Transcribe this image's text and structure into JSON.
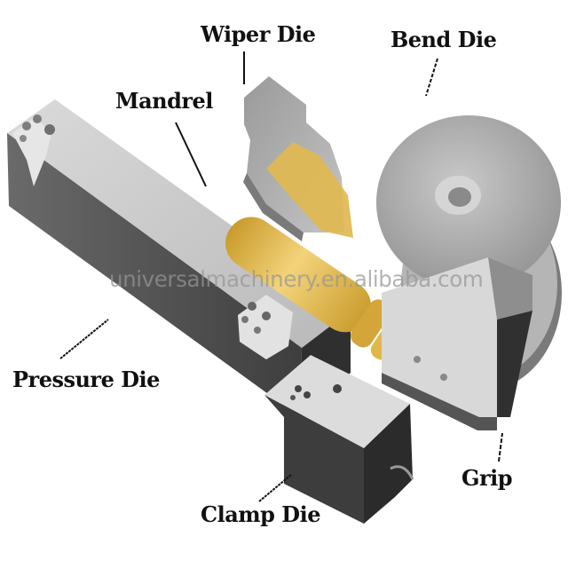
{
  "diagram": {
    "subject": "Rotary draw tube bending tooling",
    "labels": {
      "wiper_die": "Wiper Die",
      "bend_die": "Bend Die",
      "mandrel": "Mandrel",
      "pressure_die": "Pressure Die",
      "clamp_die": "Clamp Die",
      "grip": "Grip"
    },
    "watermark": "universalmachinery.en.alibaba.com",
    "colors": {
      "background": "#ffffff",
      "steel_light": "#d2d2d2",
      "steel_mid": "#a8a8a8",
      "steel_dark": "#4a4a4a",
      "brass": "#e0b84a",
      "brass_dark": "#b88a22",
      "label_text": "#111111"
    }
  }
}
